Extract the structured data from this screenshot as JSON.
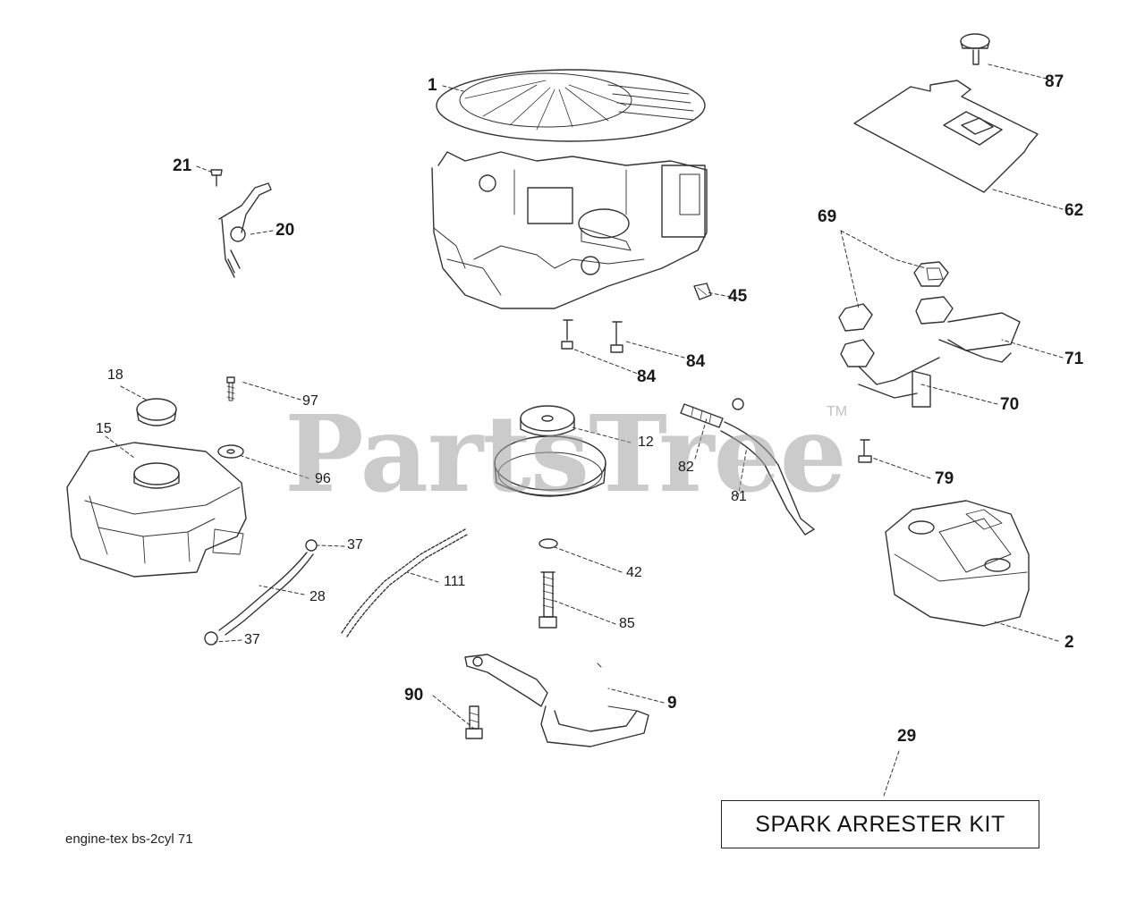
{
  "watermark": {
    "text": "PartsTree",
    "trademark": "TM"
  },
  "diagram_code": "engine-tex  bs-2cyl  71",
  "kit_box_label": "SPARK ARRESTER KIT",
  "callouts": {
    "c1": "1",
    "c21": "21",
    "c20": "20",
    "c87": "87",
    "c62": "62",
    "c69": "69",
    "c45": "45",
    "c84a": "84",
    "c84b": "84",
    "c71": "71",
    "c70": "70",
    "c18": "18",
    "c97": "97",
    "c15": "15",
    "c96": "96",
    "c12": "12",
    "c82": "82",
    "c81": "81",
    "c79": "79",
    "c37a": "37",
    "c28": "28",
    "c37b": "37",
    "c111": "111",
    "c42": "42",
    "c85": "85",
    "c2": "2",
    "c90": "90",
    "c9": "9",
    "c29": "29"
  },
  "colors": {
    "line": "#333333",
    "watermark": "#a0a0a0",
    "background": "#ffffff"
  }
}
